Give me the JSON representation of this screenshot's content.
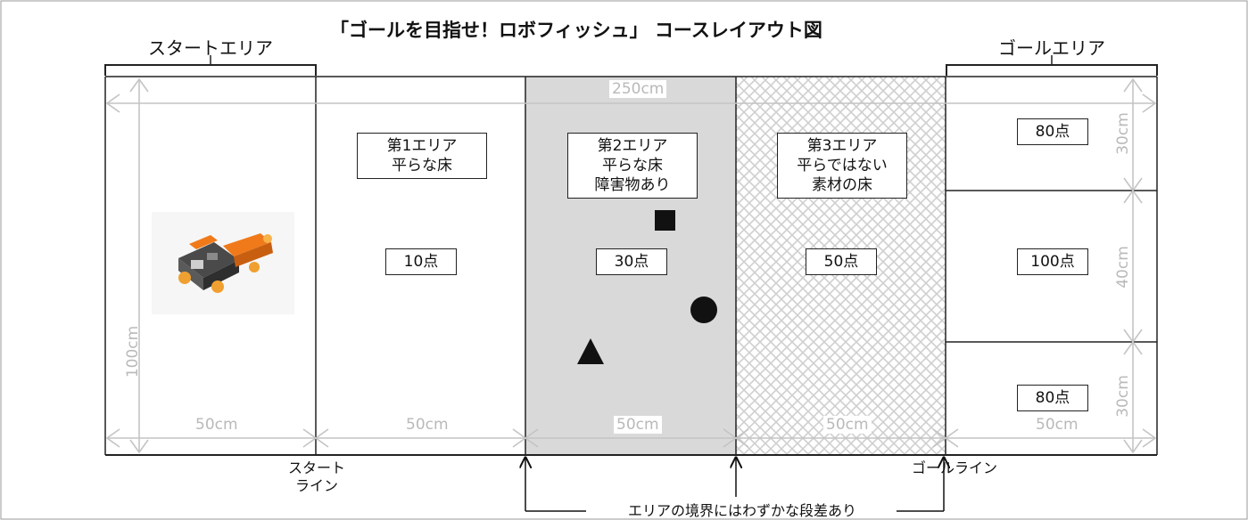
{
  "title": "「ゴールを目指せ！ロボフィッシュ」 コースレイアウト図",
  "start_area_label": "スタートエリア",
  "goal_area_label": "ゴールエリア",
  "total_width": "250cm",
  "height_label": "100cm",
  "zones": [
    {
      "name": "第1エリア",
      "desc": [
        "平らな床"
      ],
      "points": "10点",
      "width": "50cm"
    },
    {
      "name": "第2エリア",
      "desc": [
        "平らな床",
        "障害物あり"
      ],
      "points": "30点",
      "width": "50cm"
    },
    {
      "name": "第3エリア",
      "desc": [
        "平らではない",
        "素材の床"
      ],
      "points": "50点",
      "width": "50cm"
    }
  ],
  "start_width": "50cm",
  "goal_width": "50cm",
  "goal_slots": [
    {
      "points": "80点",
      "height": "30cm"
    },
    {
      "points": "100点",
      "height": "40cm"
    },
    {
      "points": "80点",
      "height": "30cm"
    }
  ],
  "start_line": [
    "スタート",
    "ライン"
  ],
  "goal_line": "ゴールライン",
  "boundary_note": "エリアの境界にはわずかな段差あり",
  "colors": {
    "zone2_fill": "#d9d9d9",
    "zone3_pattern": "#d0d0d0",
    "dimension": "#b9b9b9",
    "robot_orange": "#f07a1a"
  }
}
